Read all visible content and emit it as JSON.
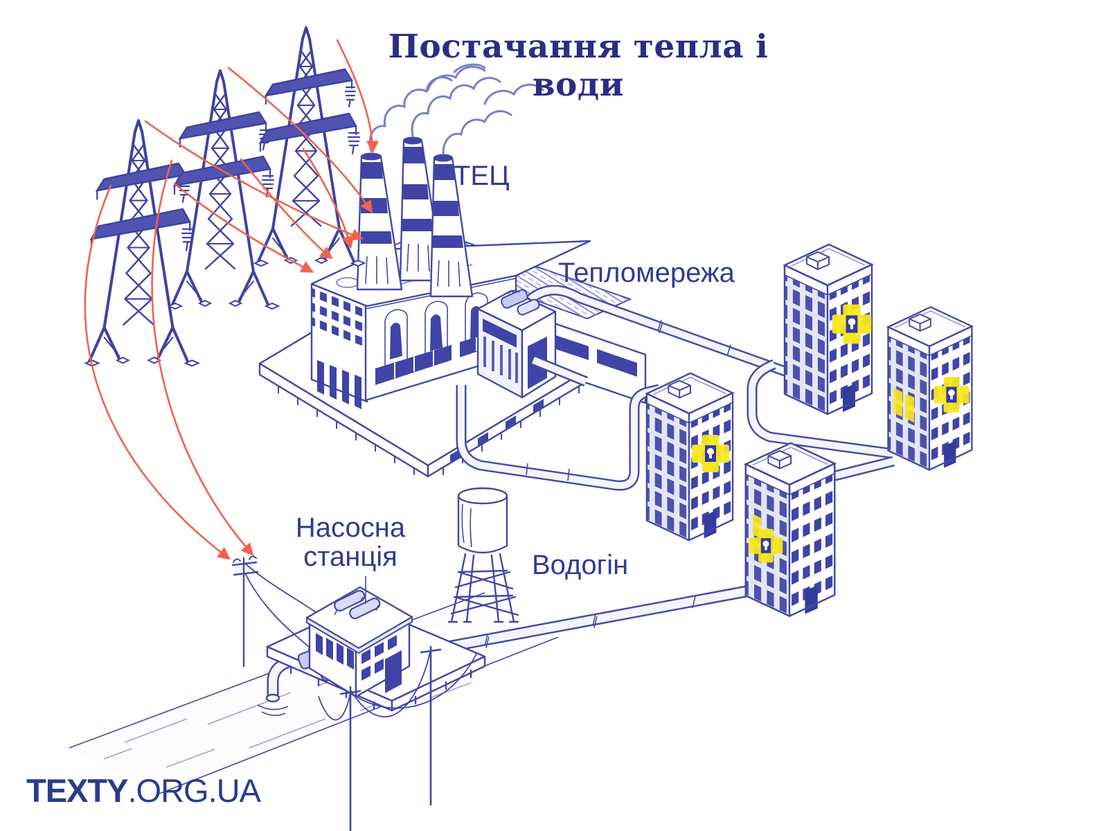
{
  "title": "Постачання тепла і води",
  "labels": {
    "chp": "ТЕЦ",
    "heat_network": "Тепломережа",
    "pump_station": [
      "Насосна",
      "станція"
    ],
    "water_main": "Водогін"
  },
  "logo": {
    "primary": "TEXTY",
    "secondary": ".ORG.UA"
  },
  "colors": {
    "background": "#ffffff",
    "ink": "#4347a5",
    "ink_dark": "#30359b",
    "window_blue": "#3f44a6",
    "accent_red": "#f2624b",
    "highlight_yellow": "#f7e71e",
    "title_navy": "#2b2d84",
    "label_navy": "#333a93",
    "logo_navy": "#2b3a8f"
  }
}
